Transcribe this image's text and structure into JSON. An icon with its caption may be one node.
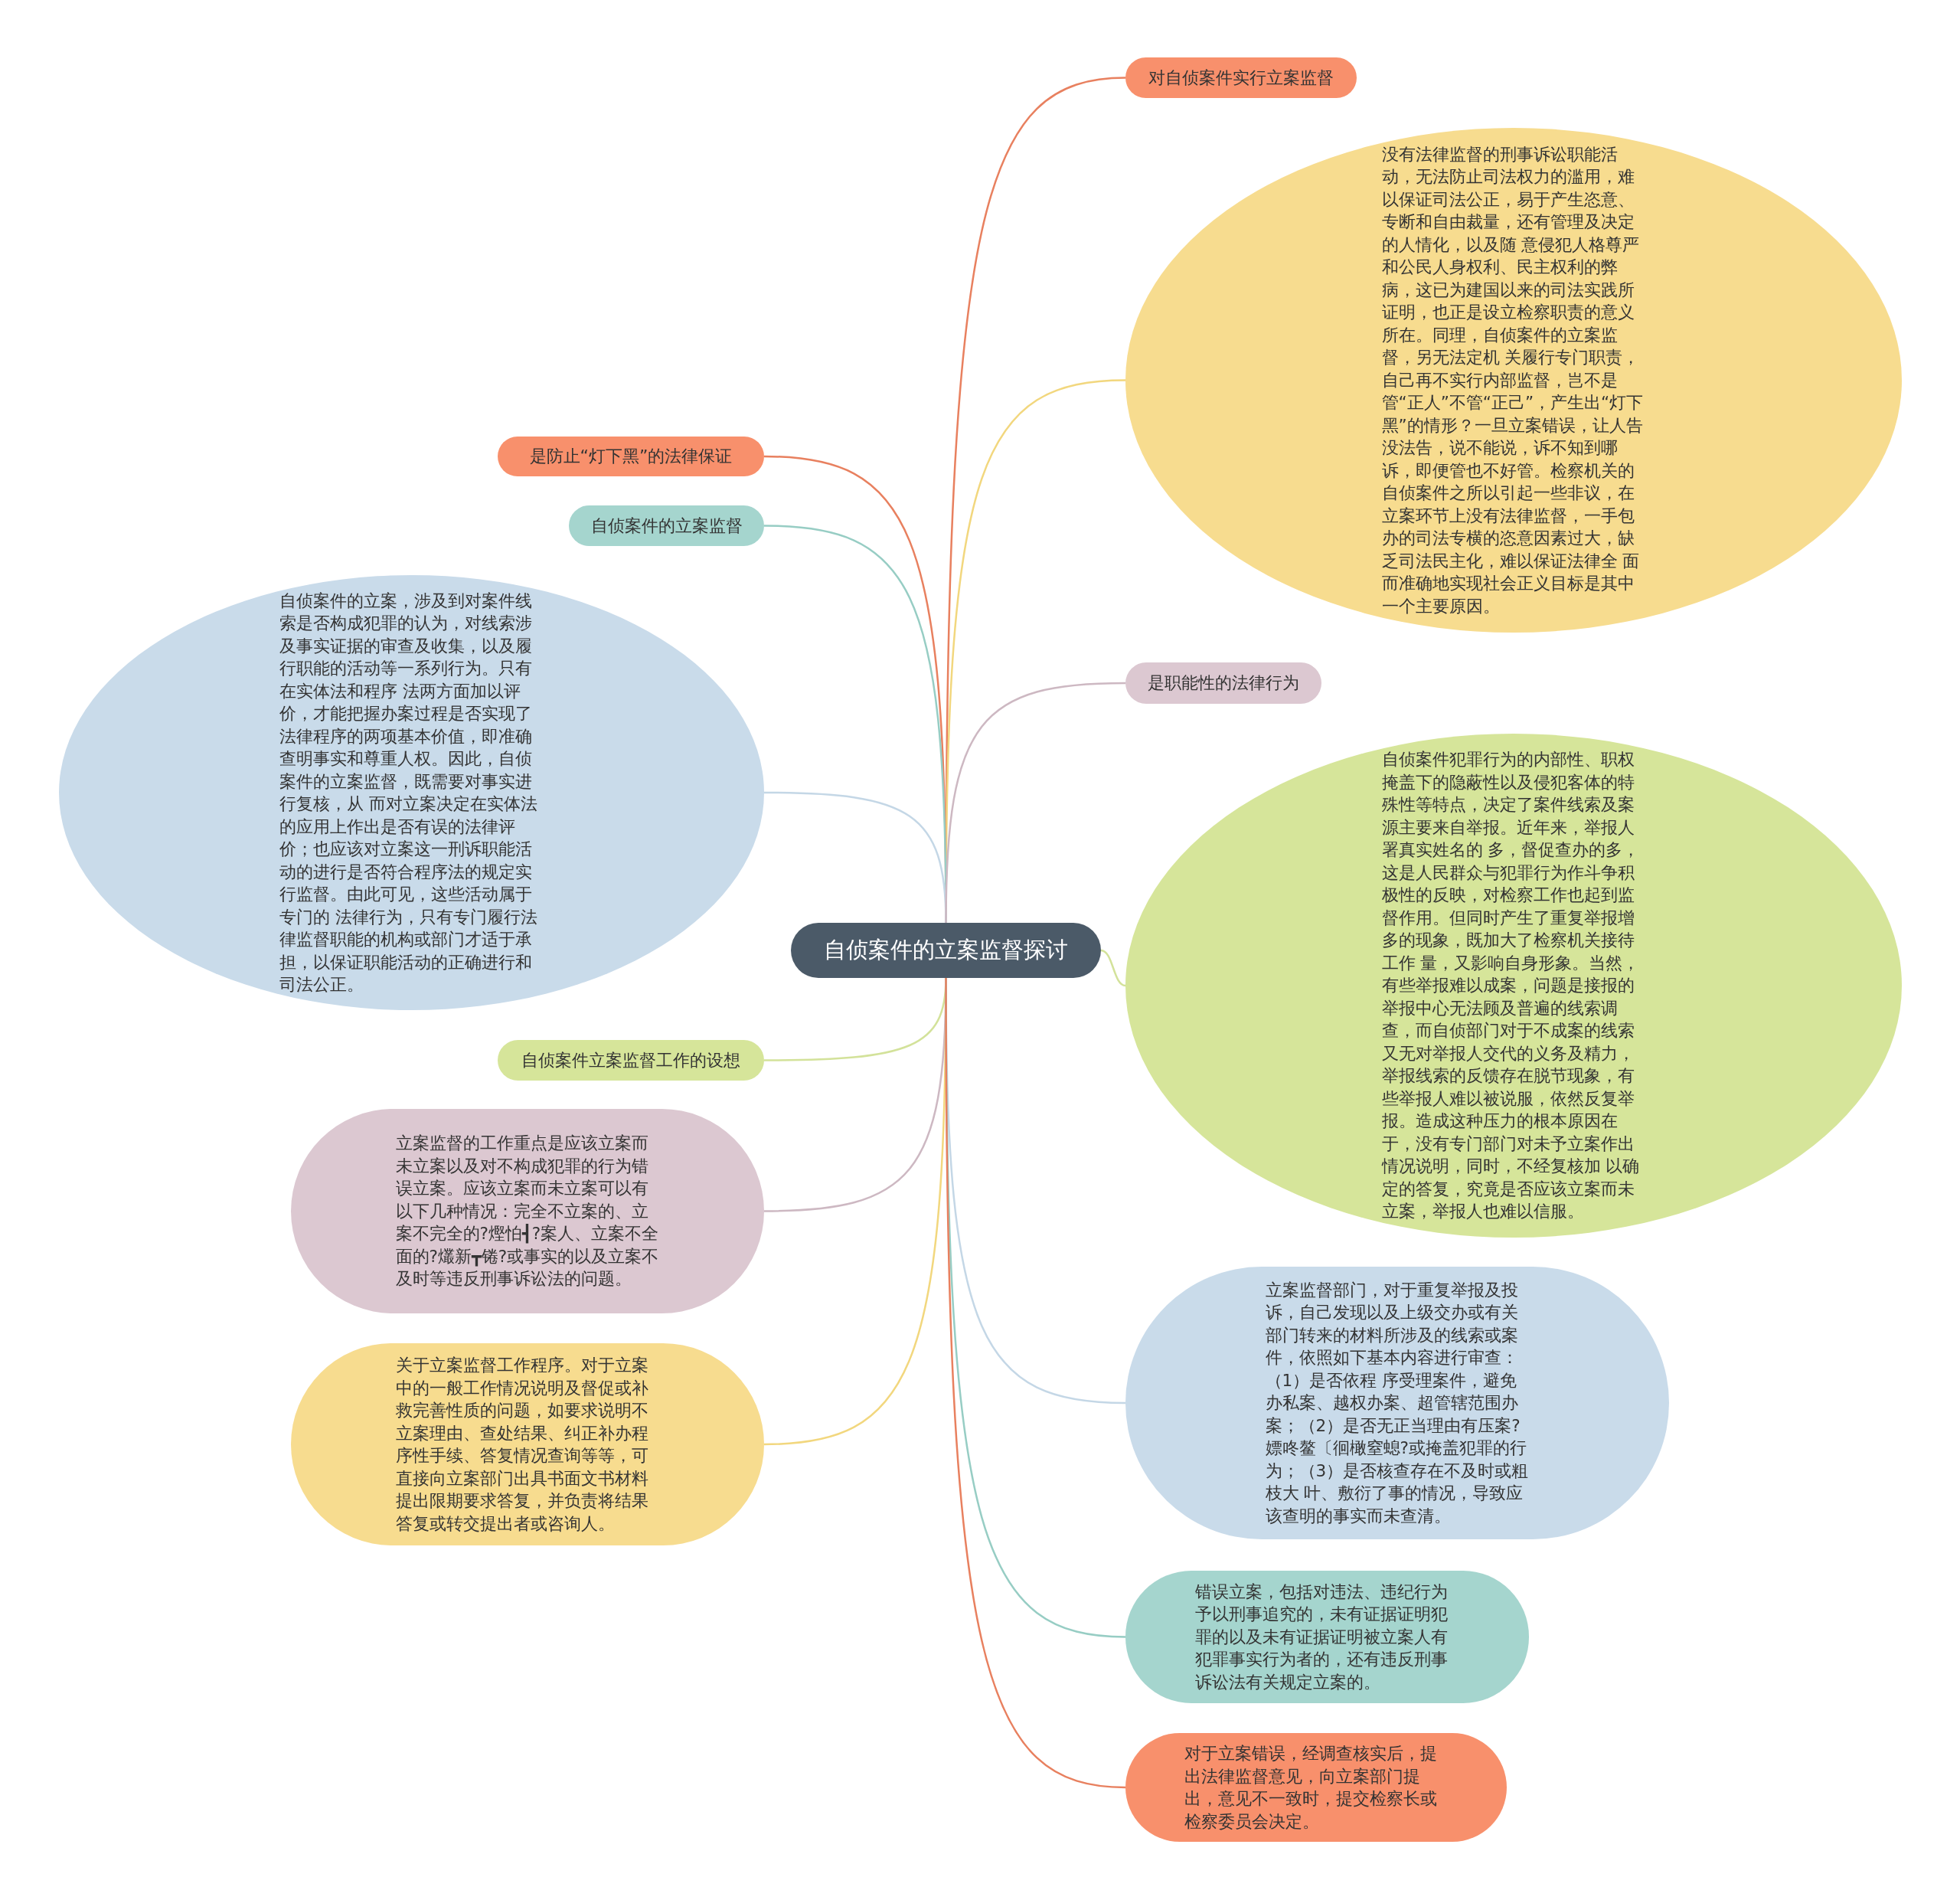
{
  "diagram": {
    "nodes": [
      {
        "text": [
          "自侦案件的立案监督探讨"
        ]
      },
      {
        "text": [
          "对自侦案件实行立案监督"
        ]
      },
      {
        "text": [
          "没有法律监督的刑事诉讼职能活动，无法防止司法权力的滥用，难以保证司法公正，易于产生恣意、专断和自由裁量，还有管理及决定的人情化，以及随 意侵犯人格尊严和公民人身权利、民主权利的弊病，这已为建国以来的司法实践所证明，也正是设立检察职责的意义所在。同理，自侦案件的立案监督，另无法定机 关履行专门职责，自己再不实行内部监督，岂不是管“正人”不管“正己”，产生出“灯下黑”的情形？一旦立案错误，让人告没法告，说不能说，诉不知到哪诉，即便管也不好管。检察机关的自侦案件之所以引起一些非议，在立案环节上没有法律监督，一手包办的司法专横的恣意因素过大，缺乏司法民主化，难以保证法律全 面而准确地实现社会正义目标是其中一个主要原因。"
        ]
      },
      {
        "text": [
          "是防止“灯下黑”的法律保证"
        ]
      },
      {
        "text": [
          "自侦案件的立案监督"
        ]
      },
      {
        "text": [
          "自侦案件的立案，涉及到对案件线索是否构成犯罪的认为，对线索涉及事实证据的审查及收集，以及履行职能的活动等一系列行为。只有在实体法和程序 法两方面加以评价，才能把握办案过程是否实现了法律程序的两项基本价值，即准确查明事实和尊重人权。因此，自侦案件的立案监督，既需要对事实进行复核，从 而对立案决定在实体法的应用上作出是否有误的法律评价；也应该对立案这一刑诉职能活动的进行是否符合程序法的规定实行监督。由此可见，这些活动属于专门的 法律行为，只有专门履行法律监督职能的机构或部门才适于承担，以保证职能活动的正确进行和司法公正。"
        ]
      },
      {
        "text": [
          "是职能性的法律行为"
        ]
      },
      {
        "text": [
          "自侦案件犯罪行为的内部性、职权掩盖下的隐蔽性以及侵犯客体的特殊性等特点，决定了案件线索及案源主要来自举报。近年来，举报人署真实姓名的 多，督促查办的多，这是人民群众与犯罪行为作斗争积极性的反映，对检察工作也起到监督作用。但同时产生了重复举报增多的现象，既加大了检察机关接待工作 量，又影响自身形象。当然，有些举报难以成案，问题是接报的举报中心无法顾及普遍的线索调查，而自侦部门对于不成案的线索又无对举报人交代的义务及精力，举报线索的反馈存在脱节现象，有些举报人难以被说服，依然反复举报。造成这种压力的根本原因在于，没有专门部门对未予立案作出情况说明，同时，不经复核加 以确定的答复，究竟是否应该立案而未立案，举报人也难以信服。"
        ]
      },
      {
        "text": [
          "自侦案件立案监督工作的设想"
        ]
      },
      {
        "text": [
          "立案监督的工作重点是应该立案而未立案以及对不构成犯罪的行为错误立案。应该立案而未立案可以有以下几种情况：完全不立案的、立案不完全的?熞怕┫?案人、立案不全面的?爜新┳锩?或事实的以及立案不及时等违反刑事诉讼法的问题。"
        ]
      },
      {
        "text": [
          "关于立案监督工作程序。对于立案中的一般工作情况说明及督促或补救完善性质的问题，如要求说明不立案理由、查处结果、纠正补办程序性手续、答复情况查询等等，可直接向立案部门出具书面文书材料提出限期要求答复，并负责将结果答复或转交提出者或咨询人。"
        ]
      },
      {
        "text": [
          "立案监督部门，对于重复举报及投诉，自己发现以及上级交办或有关部门转来的材料所涉及的线索或案件，依照如下基本内容进行审查：（1）是否依程 序受理案件，避免办私案、越权办案、超管辖范围办案；（2）是否无正当理由有压案?嫖咚鳌〔徊橄窒螅?或掩盖犯罪的行为；（3）是否核查存在不及时或粗枝大 叶、敷衍了事的情况，导致应该查明的事实而未查清。"
        ]
      },
      {
        "text": [
          "错误立案，包括对违法、违纪行为予以刑事追究的，未有证据证明犯罪的以及未有证据证明被立案人有犯罪事实行为者的，还有违反刑事诉讼法有关规定立案的。"
        ]
      },
      {
        "text": [
          "对于立案错误，经调查核实后，提出法律监督意见，向立案部门提出，意见不一致时，提交检察长或检察委员会决定。"
        ]
      }
    ],
    "edges": [
      {
        "from": 0,
        "to": 1,
        "arrow": "none",
        "color": "#e8805f"
      },
      {
        "from": 0,
        "to": 2,
        "arrow": "none",
        "color": "#f2d77e"
      },
      {
        "from": 0,
        "to": 3,
        "arrow": "none",
        "color": "#e8805f"
      },
      {
        "from": 0,
        "to": 4,
        "arrow": "none",
        "color": "#97cdc4"
      },
      {
        "from": 0,
        "to": 5,
        "arrow": "none",
        "color": "#c4d7e6"
      },
      {
        "from": 0,
        "to": 6,
        "arrow": "none",
        "color": "#cdb8c2"
      },
      {
        "from": 0,
        "to": 7,
        "arrow": "none",
        "color": "#d3e29a"
      },
      {
        "from": 0,
        "to": 8,
        "arrow": "none",
        "color": "#d3e29a"
      },
      {
        "from": 0,
        "to": 9,
        "arrow": "none",
        "color": "#cdb8c2"
      },
      {
        "from": 0,
        "to": 10,
        "arrow": "none",
        "color": "#f2d77e"
      },
      {
        "from": 0,
        "to": 11,
        "arrow": "none",
        "color": "#c4d7e6"
      },
      {
        "from": 0,
        "to": 12,
        "arrow": "none",
        "color": "#97cdc4"
      },
      {
        "from": 0,
        "to": 13,
        "arrow": "none",
        "color": "#e8805f"
      }
    ]
  }
}
